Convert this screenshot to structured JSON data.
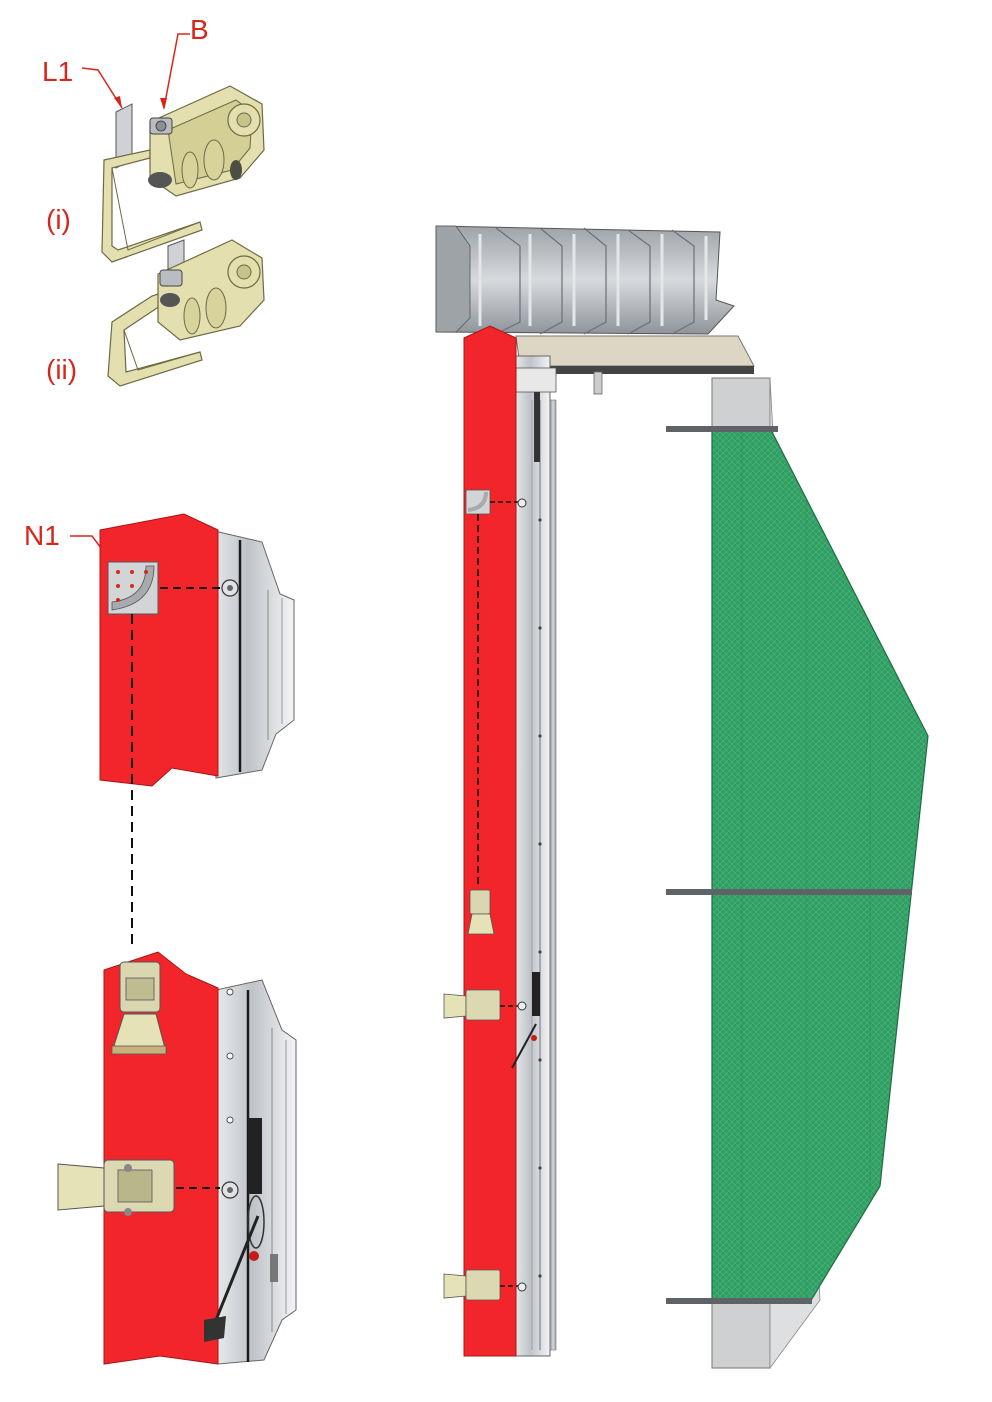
{
  "labels": {
    "l1": "L1",
    "b": "B",
    "i": "(i)",
    "ii": "(ii)",
    "n1": "N1"
  },
  "colors": {
    "label_red": "#d9261c",
    "panel_red": "#f2262a",
    "net_green": "#2f9e62",
    "metal": "#c9ccd1",
    "buckle": "#e3dfae",
    "roof": "#b4b8bd",
    "beige": "#ddd6c4",
    "post": "#cfd0d2"
  },
  "icons": {
    "ratchet_open": "ratchet-buckle-icon",
    "ratchet_closed": "ratchet-buckle-closed-icon",
    "anchor_plate": "anchor-plate-icon",
    "corrugated_roof": "corrugated-roof-icon"
  }
}
